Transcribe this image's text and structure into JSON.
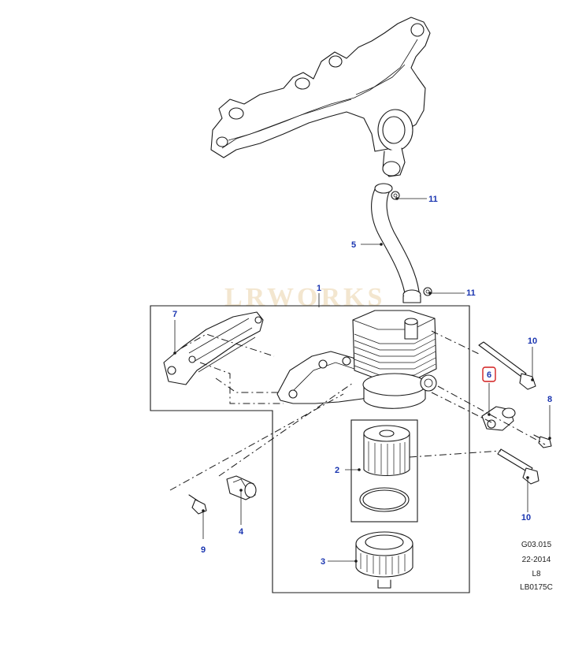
{
  "callouts": {
    "c1": "1",
    "c2": "2",
    "c3": "3",
    "c4": "4",
    "c5": "5",
    "c6": "6",
    "c7": "7",
    "c8": "8",
    "c9": "9",
    "c10a": "10",
    "c10b": "10",
    "c11a": "11",
    "c11b": "11"
  },
  "highlighted_callout": "6",
  "colors": {
    "callout": "#1a35b0",
    "highlight": "#d21e1e",
    "line": "#1a1a1a"
  },
  "reference": {
    "group": "G03.015",
    "date": "22-2014",
    "model": "L8",
    "illustration": "LB0175C"
  }
}
